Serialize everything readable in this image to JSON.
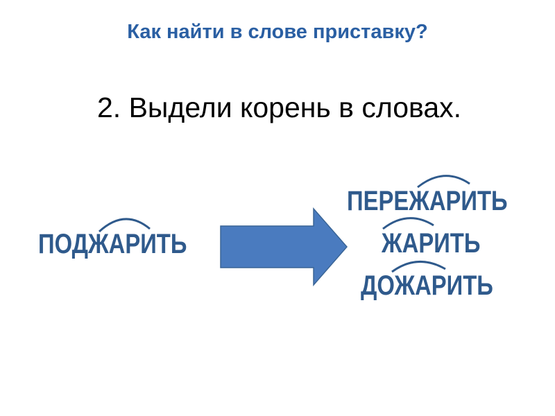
{
  "title": "Как найти в слове приставку?",
  "subtitle": "2. Выдели корень в словах.",
  "source_word": "ПОДЖАРИТЬ",
  "result_words": [
    "ПЕРЕЖАРИТЬ",
    "ЖАРИТЬ",
    "ДОЖАРИТЬ"
  ],
  "colors": {
    "title": "#2a5fa3",
    "words": "#2f5a8c",
    "arrow": "#4a7bbf"
  }
}
